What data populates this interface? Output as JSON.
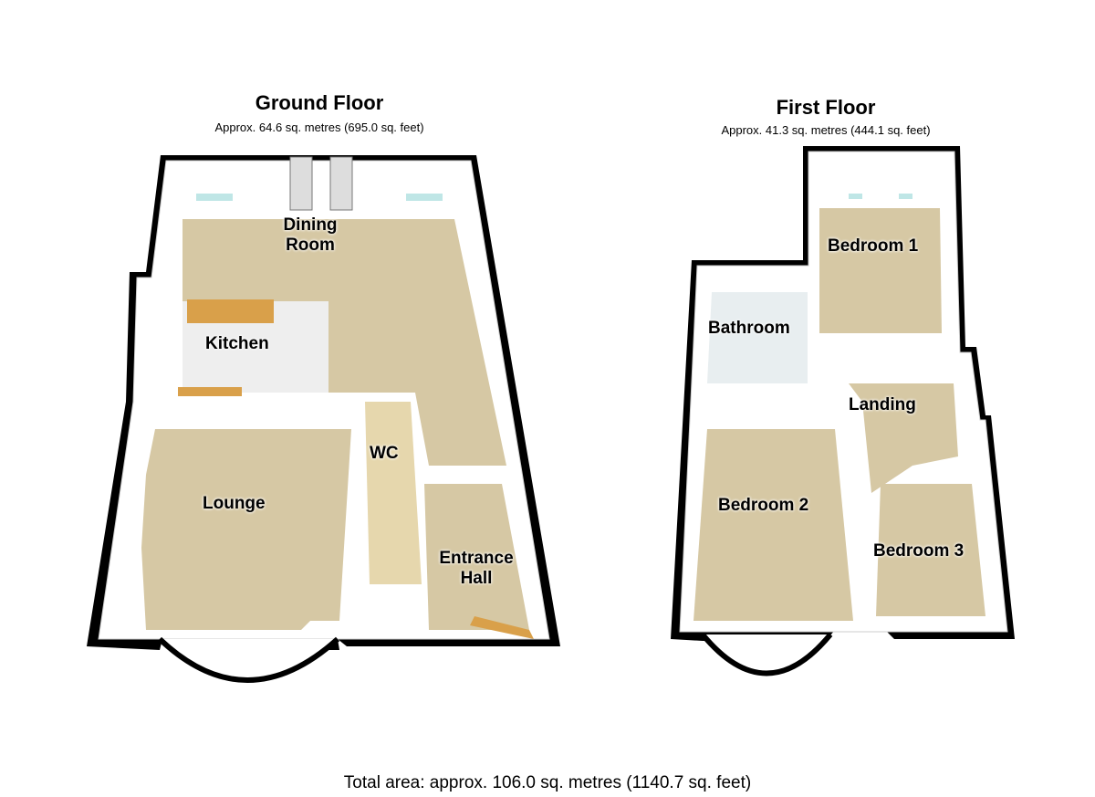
{
  "ground_floor": {
    "title": "Ground Floor",
    "area": "Approx.  64.6 sq. metres (695.0 sq. feet)",
    "rooms": [
      "Dining Room",
      "Kitchen",
      "WC",
      "Lounge",
      "Entrance Hall"
    ]
  },
  "first_floor": {
    "title": "First Floor",
    "area": "Approx.  41.3 sq. metres (444.1 sq. feet)",
    "rooms": [
      "Bedroom 1",
      "Bathroom",
      "Landing",
      "Bedroom 2",
      "Bedroom 3"
    ]
  },
  "total_area": "Total area: approx. 106.0 sq. metres (1140.7 sq. feet)",
  "colors": {
    "floor": "#d6c8a4",
    "kitchen_floor": "#eeeeee",
    "wall": "#ffffff",
    "outline": "#000000",
    "worktop": "#d9a04a",
    "window": "#bfe6e6"
  }
}
